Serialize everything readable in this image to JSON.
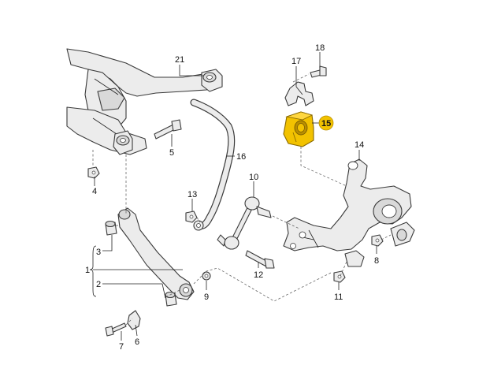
{
  "callouts": {
    "c1": "1",
    "c2": "2",
    "c3": "3",
    "c4": "4",
    "c5": "5",
    "c6": "6",
    "c7": "7",
    "c8": "8",
    "c9": "9",
    "c10": "10",
    "c11": "11",
    "c12": "12",
    "c13": "13",
    "c14": "14",
    "c15": "15",
    "c16": "16",
    "c17": "17",
    "c18": "18",
    "c21": "21"
  },
  "colors": {
    "highlight": "#f2c200",
    "highlight_dark": "#b98f00"
  }
}
